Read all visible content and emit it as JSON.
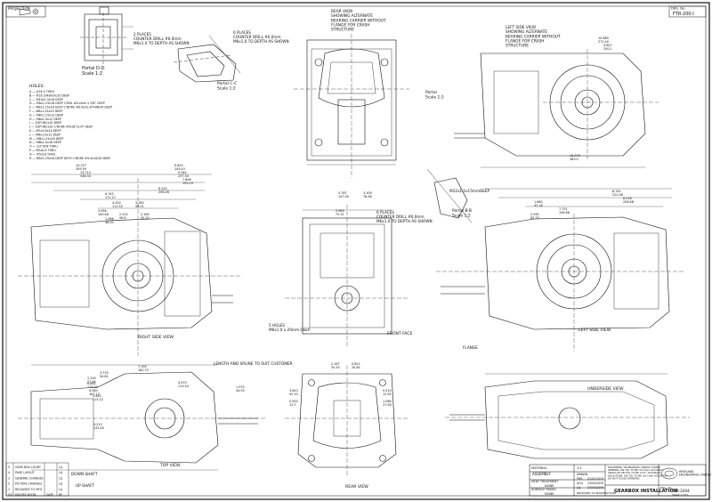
{
  "drawing_title": "GEARBOX INSTALLATION",
  "drawing_number": "FTR-2004",
  "sheet": "Sheet 1 Of 1",
  "projection": "PROJECTION",
  "dwg_no_label": "DRG. No.",
  "dwg_no_value": "FTR-200-I",
  "views": {
    "rear_view_top": "REAR VIEW\nSHOWING ALTERNATE\nBEARING CARRIER WITHOUT\nFLANGE FOR CRASH\nSTRUCTURE",
    "left_side_top": "LEFT SIDE VIEW\nSHOWING ALTERNATE\nBEARING CARRIER WITHOUT\nFLANGE FOR CRASH\nSTRUCTURE",
    "right_side": "RIGHT SIDE VIEW",
    "front_face": "FRONT FACE",
    "left_side": "LEFT SIDE VIEW",
    "top_view": "TOP VIEW",
    "rear_view": "REAR VIEW",
    "underside": "UNDERSIDE VIEW"
  },
  "portals": {
    "dd": "Portal D-D\nScale 1:2",
    "cc": "Portal C-C\nScale 1:2",
    "aa": "Portal\nScale 1:2",
    "bb": "Portal B-B\nScale 1:2"
  },
  "notes": {
    "places2": "2 PLACES\nCOUNTER DRILL #6.0mm\nM6x1.0 TO DEPTH AS SHOWN",
    "places6a": "6 PLACES\nCOUNTER DRILL #6.0mm\nM6x1.0 TO DEPTH AS SHOWN",
    "places6b": "6 PLACES\nCOUNTER DRILL #6.0mm\nM6x1.0 TO DEPTH AS SHOWN",
    "holes5": "5 HOLES\nM6x1.0 x 20mm DEEP",
    "length_note": "LENGTH AND SPLINE TO SUIT CUSTOMER",
    "flange": "FLANGE",
    "spline": "M22x1.5x15mmDEEP",
    "down_shaft": "DOWN SHAFT",
    "up_shaft": "UP SHAFT"
  },
  "holes_list": {
    "title": "HOLES:",
    "items": [
      "A  —  #16.5 THRU",
      "B  —  #16.5/#6mm/10 DEEP",
      "C  —  M10x1.5x16 DEEP",
      "D  —  M8x1.25x16 DEEP C'BRL #8.4mm x 3/8\" DEEP",
      "E  —  M8x1.25x16 DEEP C'BORE #8.4x32,4/THREAT DEEP",
      "F  —  M8x1.25x25 DEEP",
      "G  —  M8x1.25x12 DEEP",
      "H  —  M6x1.0x12 DEEP",
      "I  —  3/8\"UNCx20 DEEP",
      "J  —  3/8\"UNCx20 C'BORE #9/16\"x1/4\" DEEP",
      "K  —  M5x0.8x10 DEEP",
      "L  —  M6x1.0x12 DEEP",
      "M  —  M8x1.25x16 DEEP",
      "N  —  M6x1.0x16 DEEP",
      "O  —  1/2\"UNF THRU",
      "P  —  M5x0.8 THRU",
      "Q  —  #5x18 THRU",
      "R  —  M8x1.25x16 DEEP WITH C'BORE #9.4x10/20 DEEP"
    ]
  },
  "dims": {
    "d1": "14.157",
    "d1b": "359.59",
    "d2": "13.714",
    "d2b": "348.34",
    "d3": "9.820",
    "d3b": "249.43",
    "d4": "9.344",
    "d4b": "237.34",
    "d5": "7.606",
    "d5b": "193.19",
    "d6": "8.200",
    "d6b": "208.28",
    "d7": "6.743",
    "d7b": "171.27",
    "d8": "4.430",
    "d8b": "112.52",
    "d9": "3.780",
    "d9b": "96.01",
    "d10": "3.956",
    "d10b": "100.48",
    "d11": "2.315",
    "d11b": "58.8",
    "d12": "2.185",
    "d12b": "55.50",
    "d13": "1.496",
    "d13b": "38.00",
    "d14": "5.787",
    "d14b": "147.00",
    "d15": "3.109",
    "d15b": "78.98",
    "d16": "10.685",
    "d16b": "271.40",
    "d17": "9.847",
    "d17b": "250.1",
    "d18": "15.079",
    "d18b": "383.0",
    "d19": "2.965",
    "d19b": "75.31",
    "d20": "8.742",
    "d20b": "222.06",
    "d21": "8.216",
    "d21b": "208.68",
    "d22": "7.751",
    "d22b": "196.88",
    "d23": "2.590",
    "d23b": "65.79",
    "d24": "1.660",
    "d24b": "42.16",
    "d25": "3.733",
    "d25b": "94.82",
    "d26": "1.100",
    "d26b": "27.94",
    "d27": "7.195",
    "d27b": "182.75",
    "d28": "5.213",
    "d28b": "132.40",
    "d29": "4.470",
    "d29b": "113.54",
    "d30": "1.375",
    "d30b": "34.93",
    "d31": "2.187",
    "d31b": "55.55",
    "d32": "0.821",
    "d32b": "20.85",
    "d33": "3.643",
    "d33b": "92.53",
    "d34": "0.500",
    "d34b": "12.7",
    "d35": "0.510",
    "d35b": "12.95",
    "d36": "1.086",
    "d36b": "27.58",
    "d37": "6.862",
    "d37b": "174.30",
    "d38": "6.580",
    "d38b": "167.13",
    "d39": "4.540",
    "d39b": "115.32"
  },
  "title_block": {
    "material": "MATERIAL",
    "assembly": "ASSEMBLY",
    "heat_treatment": "HEAT TREATMENT",
    "none1": "NONE",
    "surface_finish": "SURFACE FINISH",
    "none2": "NONE",
    "scale": "1:1",
    "drawn": "DRAWN",
    "checked": "CHECKED",
    "approved": "APPROVED",
    "names": [
      "PHR",
      "ACD",
      "LJL"
    ],
    "dates": [
      "01/02/2005",
      "23/04/2005",
      "23/04/2005"
    ],
    "released": "RELEASED TO MANUFACTURE",
    "release_who": "LJL",
    "release_date": "23/04/2005",
    "tolerances": "MACHINING TOLERANCES UNLESS STATED\nGENERAL ON TOL TO BE ±0.5mm ACCURACY\nANGULAR ON TOL TO BE ±0.5° ACCURACY\nHOLE POSN. ON TOL TO BE ±0.1mm ACCURACY\nDO NOT SCALE DRAWING",
    "company": "HEWLAND\nENGINEERING LIMITED",
    "dwg_label": "DRG. No.",
    "dwg_value": "FTR-2004",
    "sheet_label": "Sheet 1 Of 1"
  },
  "revision_table": {
    "rows": [
      [
        "5",
        "GEAR BOX COUNT",
        "",
        "LJL"
      ],
      [
        "4",
        "PAGE LAYOUT",
        "",
        "LJL"
      ],
      [
        "3",
        "GENERAL CHANGES",
        "",
        "LJL"
      ],
      [
        "2",
        "PICTURE CHANGES",
        "",
        "LJL"
      ],
      [
        "1",
        "RELEASED TO MFG",
        "",
        "LJL"
      ]
    ],
    "header": [
      "ISS",
      "MODIFICATION",
      "DATE",
      "BY"
    ]
  }
}
